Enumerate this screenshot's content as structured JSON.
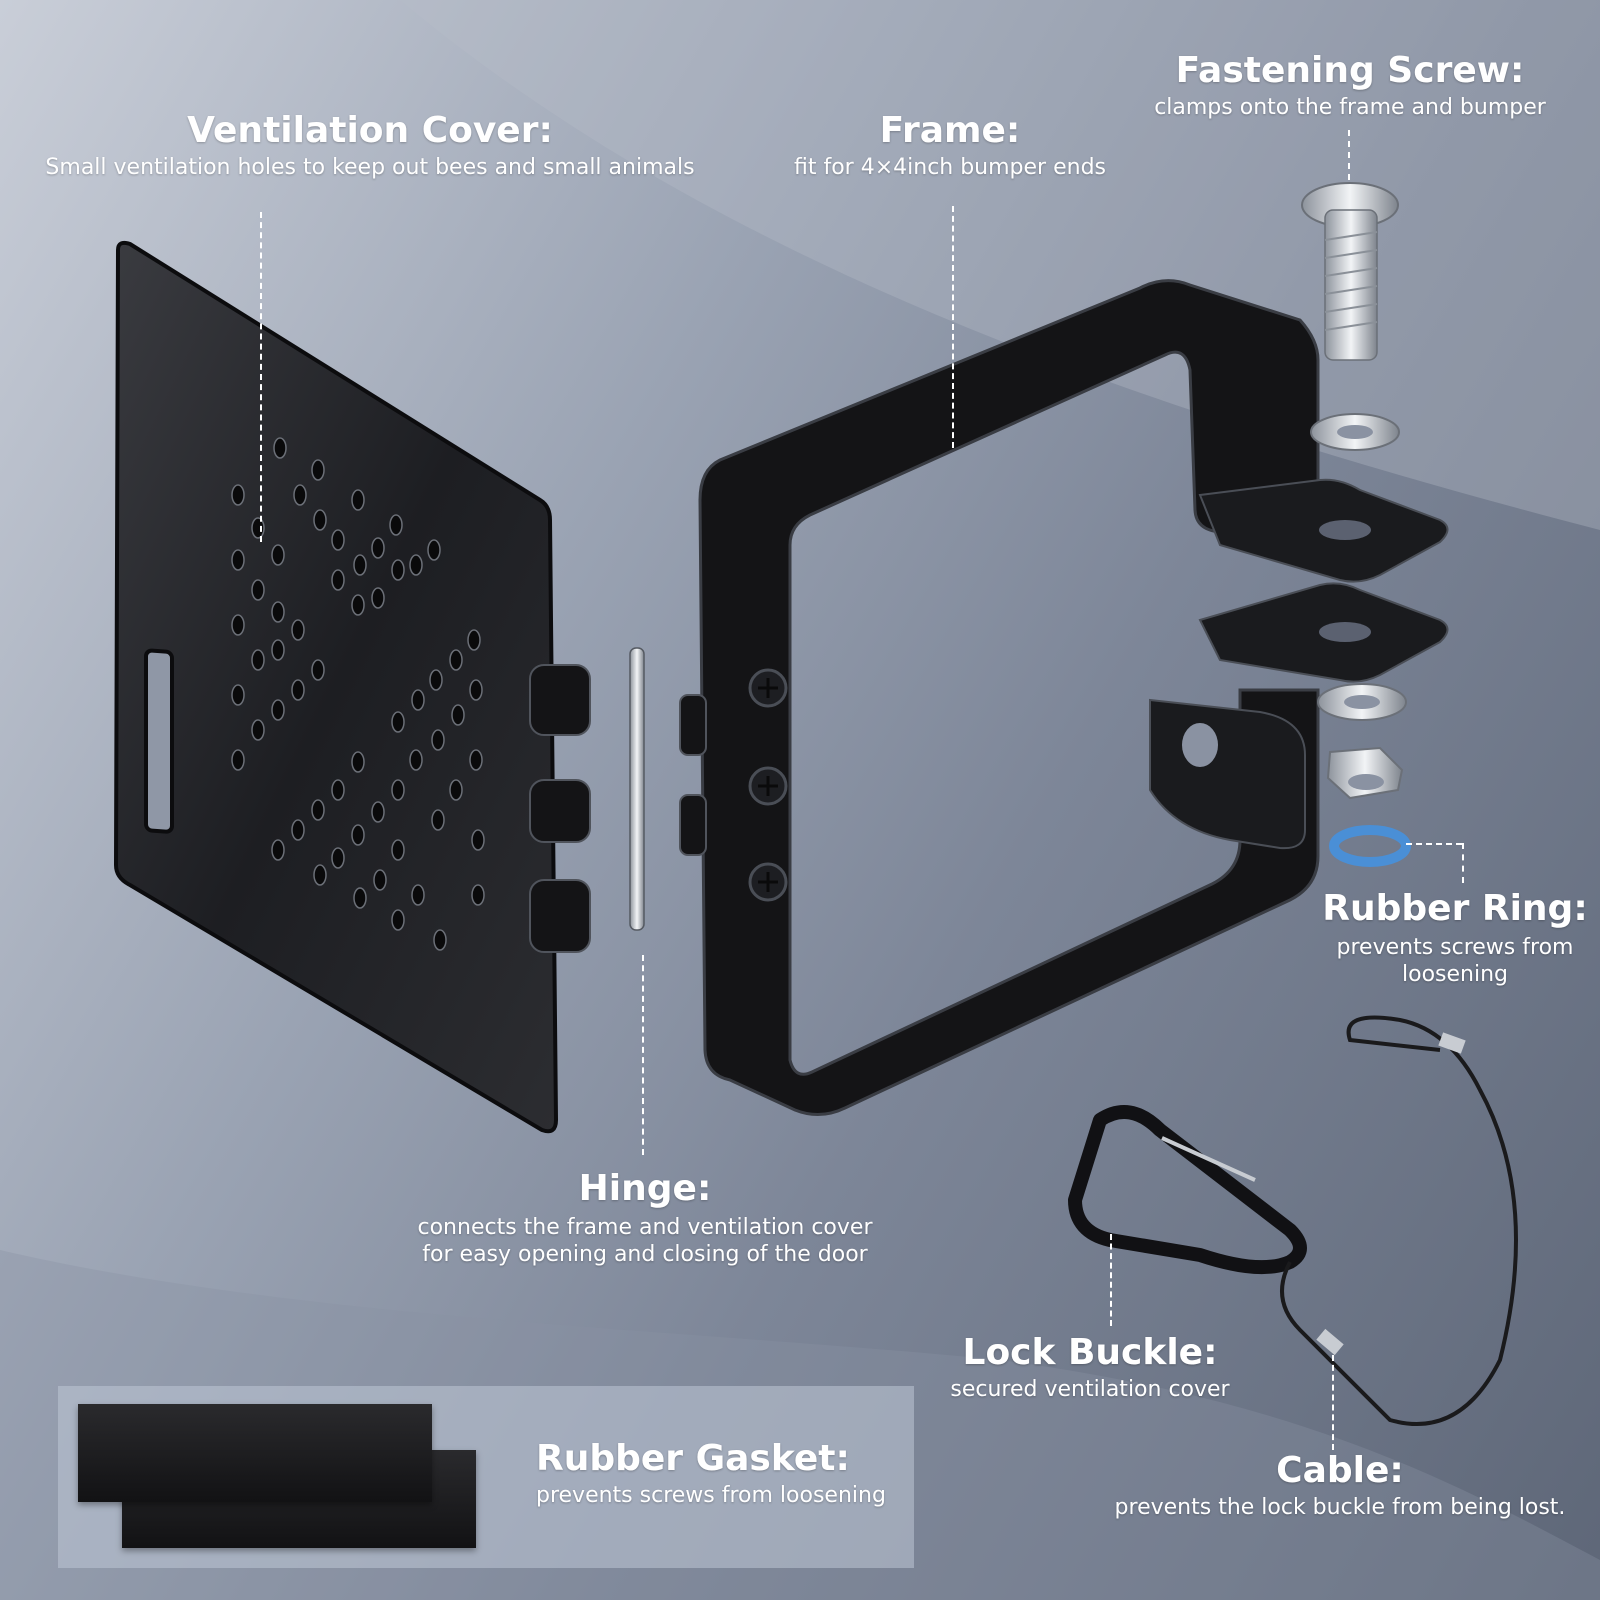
{
  "labels": {
    "ventilation_cover": {
      "title": "Ventilation Cover:",
      "desc": "Small ventilation holes to keep out bees and small animals"
    },
    "frame": {
      "title": "Frame:",
      "desc": "fit for 4×4inch bumper ends"
    },
    "fastening_screw": {
      "title": "Fastening Screw:",
      "desc": "clamps onto the frame and bumper"
    },
    "rubber_ring": {
      "title": "Rubber Ring:",
      "desc_line1": "prevents screws from",
      "desc_line2": "loosening"
    },
    "hinge": {
      "title": "Hinge:",
      "desc_line1": "connects the frame and ventilation cover",
      "desc_line2": "for easy opening and closing of the door"
    },
    "lock_buckle": {
      "title": "Lock Buckle:",
      "desc": "secured ventilation cover"
    },
    "cable": {
      "title": "Cable:",
      "desc": "prevents the lock buckle from being lost."
    },
    "rubber_gasket": {
      "title": "Rubber Gasket:",
      "desc": "prevents screws from loosening"
    }
  },
  "colors": {
    "metal_black": "#141416",
    "rubber_ring": "#4a8fd6",
    "steel": "#c8ccd2"
  }
}
